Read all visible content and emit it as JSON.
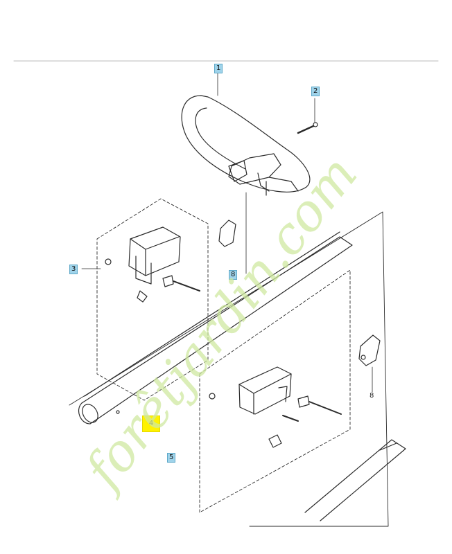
{
  "diagram": {
    "callouts": {
      "c1": "1",
      "c2": "2",
      "c3": "3",
      "c4": "4",
      "c5": "5",
      "c8a": "8",
      "c8b": "8"
    },
    "watermark": {
      "text": "forêtjardin.com",
      "color": "#cfe8a0"
    },
    "colors": {
      "line": "#2a2a2a",
      "callout_bg": "#9fd3ea",
      "highlight": "#fff200"
    }
  }
}
